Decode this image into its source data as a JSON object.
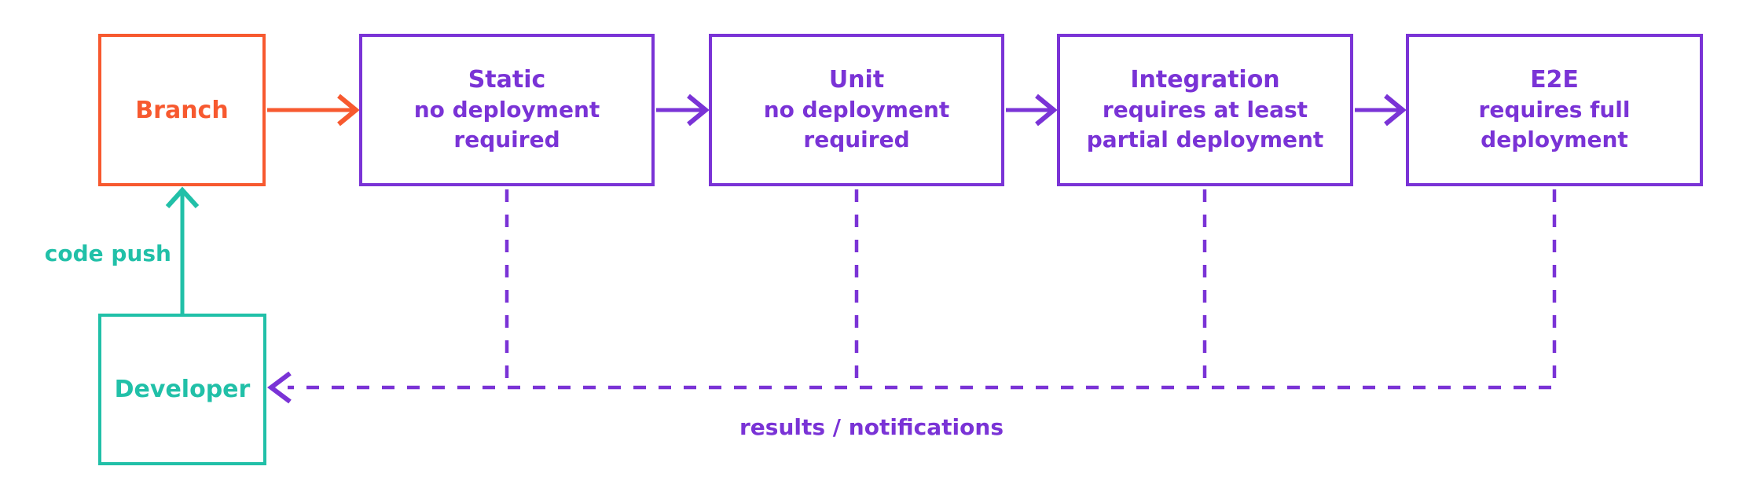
{
  "colors": {
    "purple": "#7a33d6",
    "orange": "#f7592f",
    "teal": "#21c0a8"
  },
  "nodes": {
    "branch": {
      "label": "Branch"
    },
    "static": {
      "title": "Static",
      "line1": "no deployment",
      "line2": "required"
    },
    "unit": {
      "title": "Unit",
      "line1": "no deployment",
      "line2": "required"
    },
    "integration": {
      "title": "Integration",
      "line1": "requires at least",
      "line2": "partial deployment"
    },
    "e2e": {
      "title": "E2E",
      "line1": "requires full",
      "line2": "deployment"
    },
    "developer": {
      "label": "Developer"
    }
  },
  "edges": {
    "code_push_label": "code push",
    "results_label": "results / notifications"
  }
}
